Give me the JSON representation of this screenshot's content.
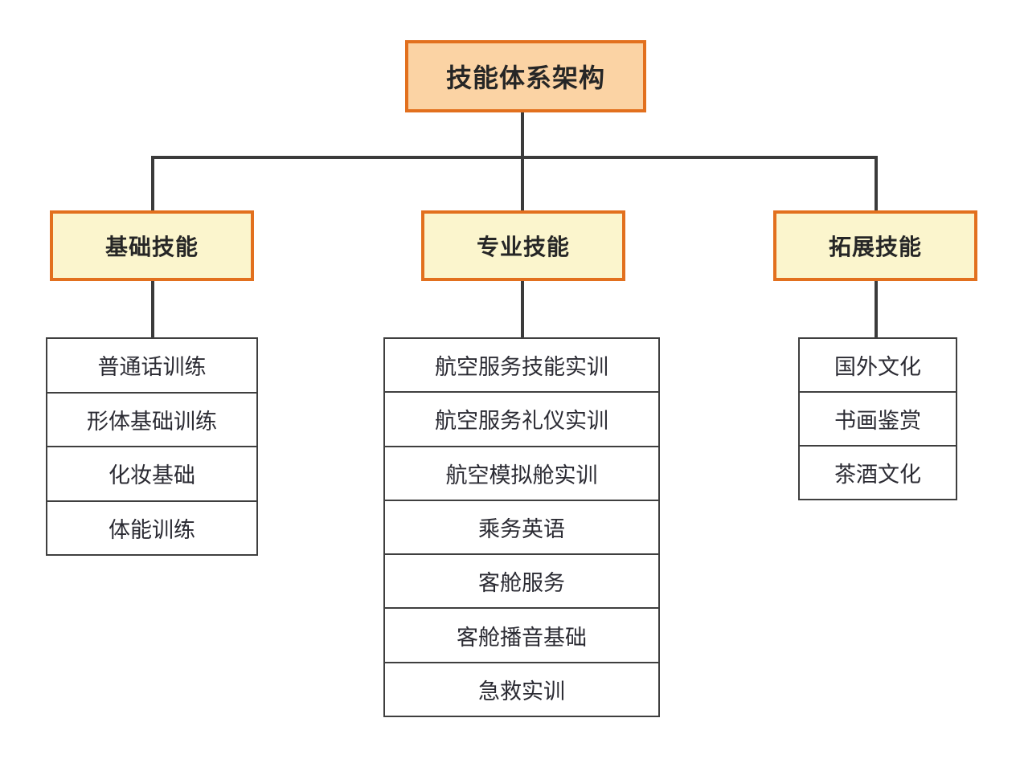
{
  "diagram": {
    "title": "技能体系架构",
    "colors": {
      "root_fill": "#fbd3a4",
      "root_border": "#e2701e",
      "branch_fill": "#fbf5cd",
      "branch_border": "#e2701e",
      "leaf_border": "#3f3f3f",
      "leaf_fill": "#ffffff",
      "connector": "#3b3b3b"
    },
    "root": {
      "label": "技能体系架构"
    },
    "branches": [
      {
        "label": "基础技能",
        "leaves": [
          "普通话训练",
          "形体基础训练",
          "化妆基础",
          "体能训练"
        ]
      },
      {
        "label": "专业技能",
        "leaves": [
          "航空服务技能实训",
          "航空服务礼仪实训",
          "航空模拟舱实训",
          "乘务英语",
          "客舱服务",
          "客舱播音基础",
          "急救实训"
        ]
      },
      {
        "label": "拓展技能",
        "leaves": [
          "国外文化",
          "书画鉴赏",
          "茶酒文化"
        ]
      }
    ]
  }
}
